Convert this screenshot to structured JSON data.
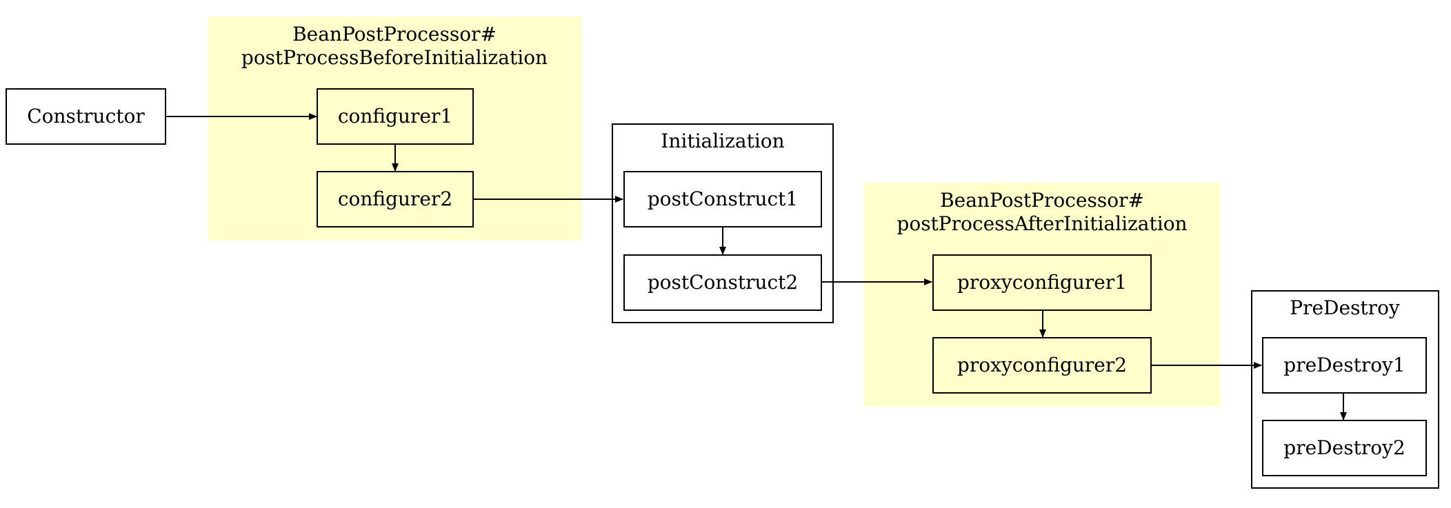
{
  "colors": {
    "cluster_fill": "#ffffcc",
    "stroke": "#000000",
    "background": "#ffffff"
  },
  "diagram": {
    "clusters": {
      "before_init": {
        "title_line1": "BeanPostProcessor#",
        "title_line2": "postProcessBeforeInitialization"
      },
      "initialization": {
        "title": "Initialization"
      },
      "after_init": {
        "title_line1": "BeanPostProcessor#",
        "title_line2": "postProcessAfterInitialization"
      },
      "pre_destroy": {
        "title": "PreDestroy"
      }
    },
    "nodes": {
      "constructor": "Constructor",
      "configurer1": "configurer1",
      "configurer2": "configurer2",
      "postconstruct1": "postConstruct1",
      "postconstruct2": "postConstruct2",
      "proxyconfigurer1": "proxyconfigurer1",
      "proxyconfigurer2": "proxyconfigurer2",
      "predestroy1": "preDestroy1",
      "predestroy2": "preDestroy2"
    },
    "edges": [
      [
        "constructor",
        "configurer1"
      ],
      [
        "configurer1",
        "configurer2"
      ],
      [
        "configurer2",
        "postconstruct1"
      ],
      [
        "postconstruct1",
        "postconstruct2"
      ],
      [
        "postconstruct2",
        "proxyconfigurer1"
      ],
      [
        "proxyconfigurer1",
        "proxyconfigurer2"
      ],
      [
        "proxyconfigurer2",
        "predestroy1"
      ],
      [
        "predestroy1",
        "predestroy2"
      ]
    ]
  }
}
